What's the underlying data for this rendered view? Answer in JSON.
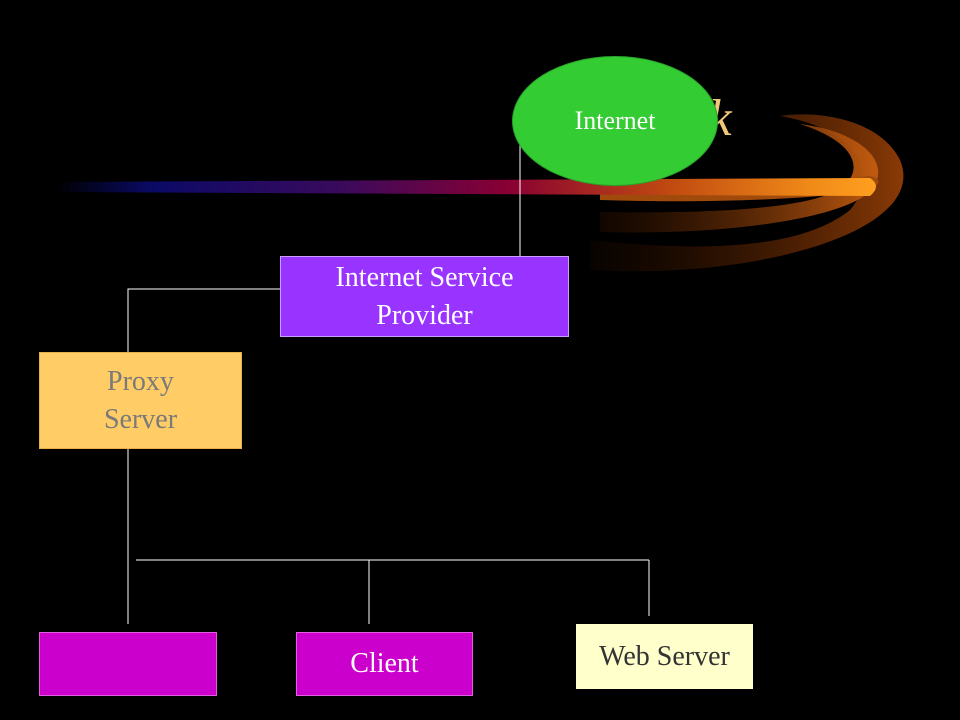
{
  "slide": {
    "title_fragment": "etwork"
  },
  "nodes": {
    "internet": {
      "label": "Internet"
    },
    "isp": {
      "line1": "Internet Service",
      "line2": "Provider"
    },
    "proxy": {
      "line1": "Proxy",
      "line2": "Server"
    },
    "client": {
      "label": "Client"
    },
    "web_server": {
      "label": "Web Server"
    }
  },
  "colors": {
    "background": "#000000",
    "title": "#F0C878",
    "internet": "#33CC33",
    "isp": "#9933FF",
    "proxy": "#FFCC66",
    "client": "#CC00CC",
    "web_server": "#FFFFCC",
    "connector": "#FFFFFF"
  }
}
